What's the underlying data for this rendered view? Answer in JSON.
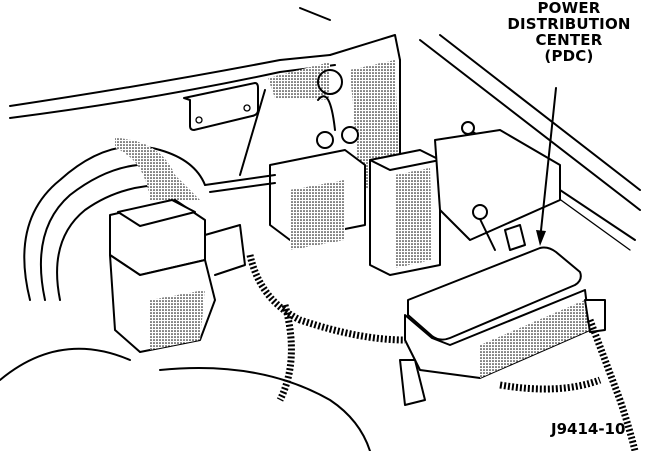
{
  "figure": {
    "type": "technical-line-illustration",
    "subject": "Engine compartment showing power distribution center location",
    "callout": {
      "lines": [
        "POWER",
        "DISTRIBUTION",
        "CENTER",
        "(PDC)"
      ],
      "arrow_target": "pdc-fuse-box"
    },
    "figure_id": "J9414-10",
    "components": [
      {
        "id": "fender-panel",
        "label": ""
      },
      {
        "id": "brake-booster",
        "label": ""
      },
      {
        "id": "master-cylinder",
        "label": ""
      },
      {
        "id": "abs-valve-block",
        "label": ""
      },
      {
        "id": "relay-module",
        "label": ""
      },
      {
        "id": "battery-tray",
        "label": ""
      },
      {
        "id": "pdc-fuse-box",
        "label": "POWER DISTRIBUTION CENTER (PDC)"
      },
      {
        "id": "wiring-harness",
        "label": ""
      }
    ]
  }
}
